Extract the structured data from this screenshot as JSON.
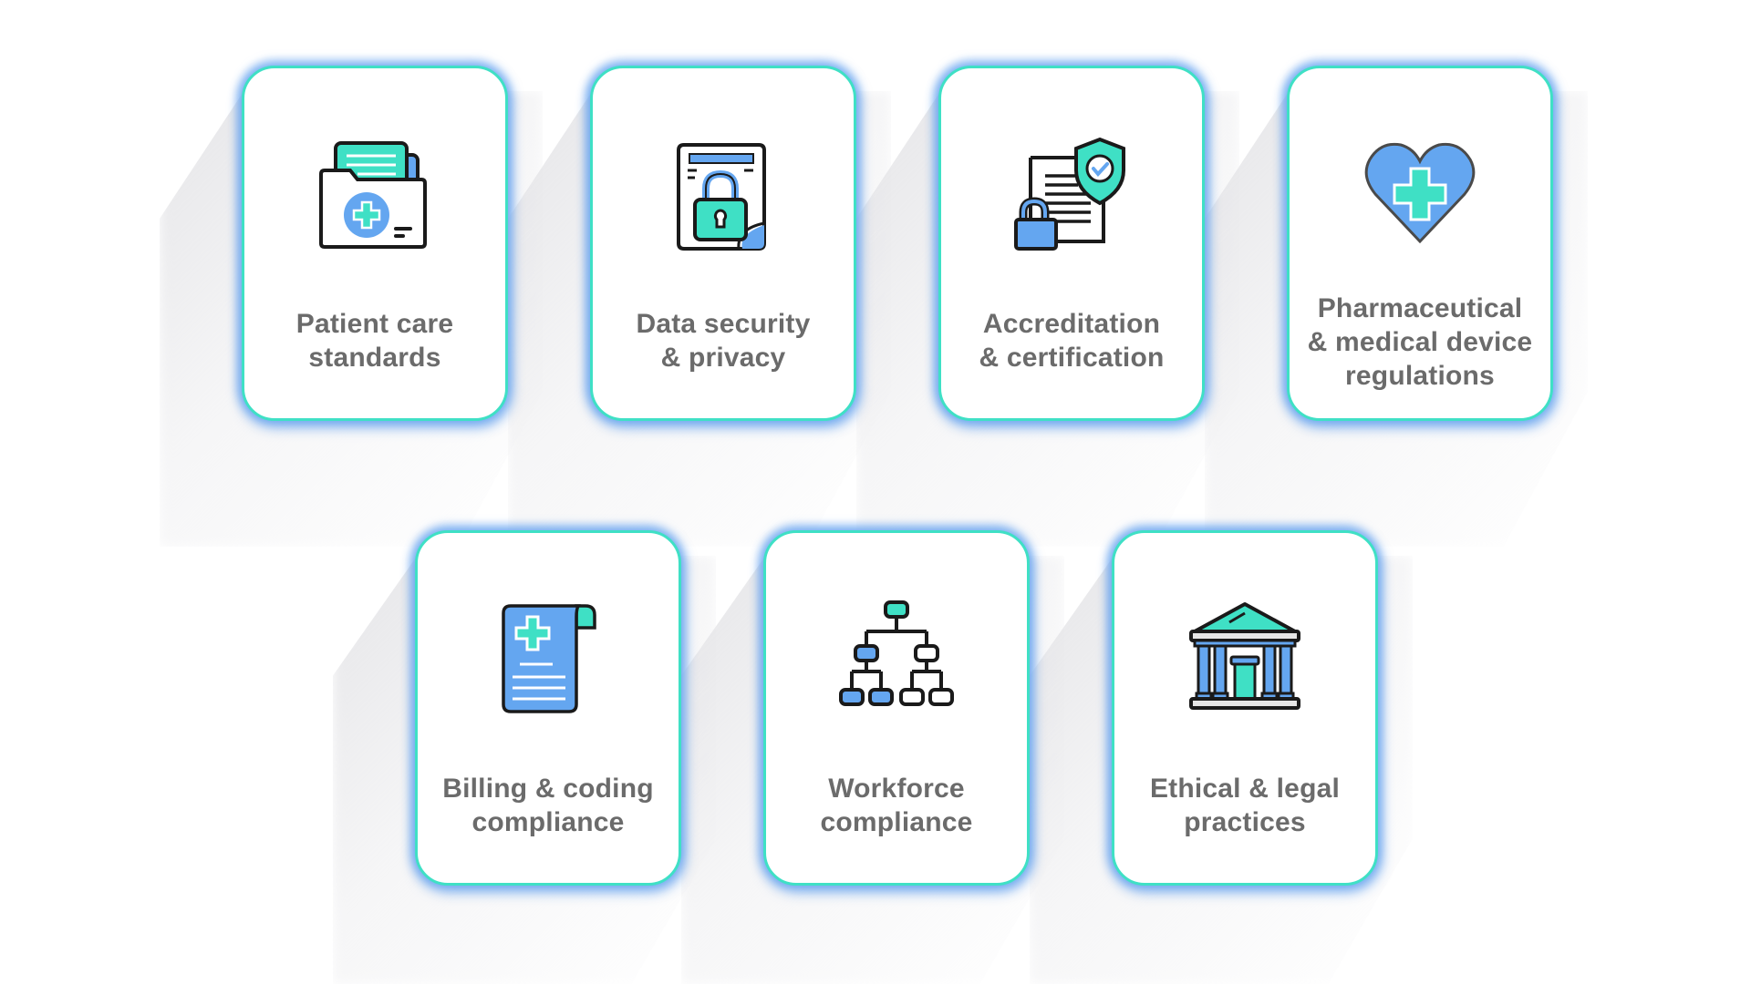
{
  "colors": {
    "teal": "#3fe0c5",
    "blue": "#64a6f0",
    "outline": "#1a1a1a",
    "text": "#6b6b6b",
    "glow": "#60a0f0"
  },
  "cards": [
    {
      "id": "patient-care",
      "icon": "medical-folder-icon",
      "lines": [
        "Patient care",
        "standards"
      ]
    },
    {
      "id": "data-security",
      "icon": "locked-document-icon",
      "lines": [
        "Data security",
        "& privacy"
      ]
    },
    {
      "id": "accreditation",
      "icon": "certified-document-shield-icon",
      "lines": [
        "Accreditation",
        "& certification"
      ]
    },
    {
      "id": "pharma",
      "icon": "heart-medical-cross-icon",
      "lines": [
        "Pharmaceutical",
        "& medical device",
        "regulations"
      ]
    },
    {
      "id": "billing",
      "icon": "medical-bill-scroll-icon",
      "lines": [
        "Billing & coding",
        "compliance"
      ]
    },
    {
      "id": "workforce",
      "icon": "org-chart-icon",
      "lines": [
        "Workforce",
        "compliance"
      ]
    },
    {
      "id": "ethical",
      "icon": "courthouse-icon",
      "lines": [
        "Ethical & legal",
        "practices"
      ]
    }
  ]
}
